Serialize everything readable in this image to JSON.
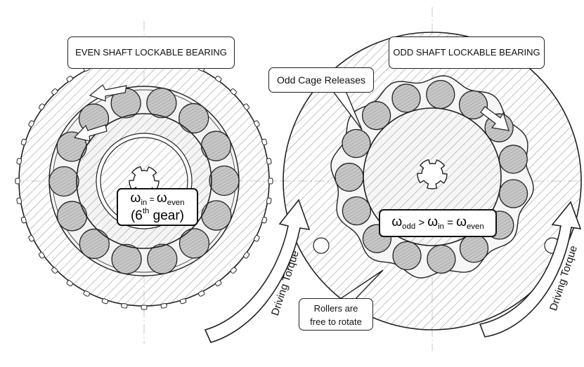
{
  "labels": {
    "even_title": "EVEN SHAFT LOCKABLE BEARING",
    "odd_title": "ODD SHAFT LOCKABLE BEARING",
    "odd_cage": "Odd Cage Releases",
    "rollers_line1": "Rollers are",
    "rollers_line2": "free to rotate",
    "driving_torque": "Driving Torque"
  },
  "left_formula": {
    "omega": "ω",
    "in": "in",
    "eq": " = ",
    "even": "even",
    "gear_open": "(6",
    "gear_sup": "th",
    "gear_close": " gear)"
  },
  "right_formula": {
    "omega": "ω",
    "odd": "odd",
    "gt": " > ",
    "in": "in",
    "eq": " = ",
    "even": "even"
  },
  "colors": {
    "line": "#222222",
    "hatch": "#888888",
    "roller_fill": "#bdbdbd",
    "background": "#ffffff"
  }
}
